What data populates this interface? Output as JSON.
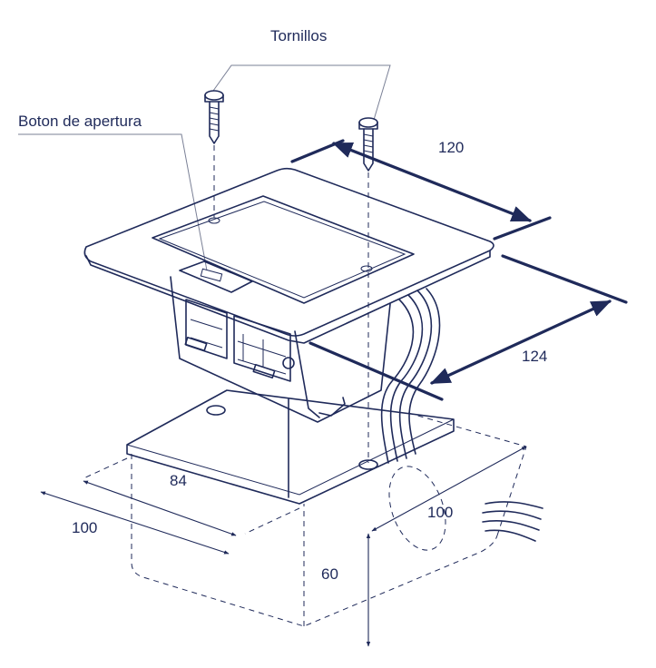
{
  "labels": {
    "screws": "Tornillos",
    "release_button": "Boton de apertura",
    "dim_120": "120",
    "dim_124": "124",
    "dim_84": "84",
    "dim_100_left": "100",
    "dim_100_right": "100",
    "dim_60": "60"
  },
  "colors": {
    "ink": "#1f2a5a",
    "leader": "#7a8096",
    "background": "#ffffff"
  }
}
